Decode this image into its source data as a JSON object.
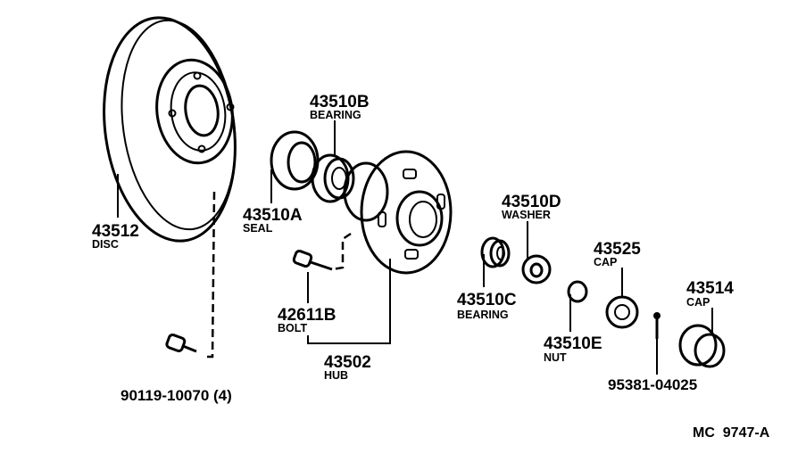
{
  "parts": [
    {
      "id": "disc",
      "number": "43512",
      "name": "DISC"
    },
    {
      "id": "bearing-outer",
      "number": "43510B",
      "name": "BEARING"
    },
    {
      "id": "seal",
      "number": "43510A",
      "name": "SEAL"
    },
    {
      "id": "washer",
      "number": "43510D",
      "name": "WASHER"
    },
    {
      "id": "cap-nut",
      "number": "43525",
      "name": "CAP"
    },
    {
      "id": "grease-cap",
      "number": "43514",
      "name": "CAP"
    },
    {
      "id": "bearing-inner",
      "number": "43510C",
      "name": "BEARING"
    },
    {
      "id": "bolt",
      "number": "42611B",
      "name": "BOLT"
    },
    {
      "id": "nut",
      "number": "43510E",
      "name": "NUT"
    },
    {
      "id": "hub",
      "number": "43502",
      "name": "HUB"
    },
    {
      "id": "disc-bolt",
      "number": "90119-10070 (4)"
    },
    {
      "id": "cotter-pin",
      "number": "95381-04025"
    }
  ],
  "diagram_code": "MC  9747-A"
}
